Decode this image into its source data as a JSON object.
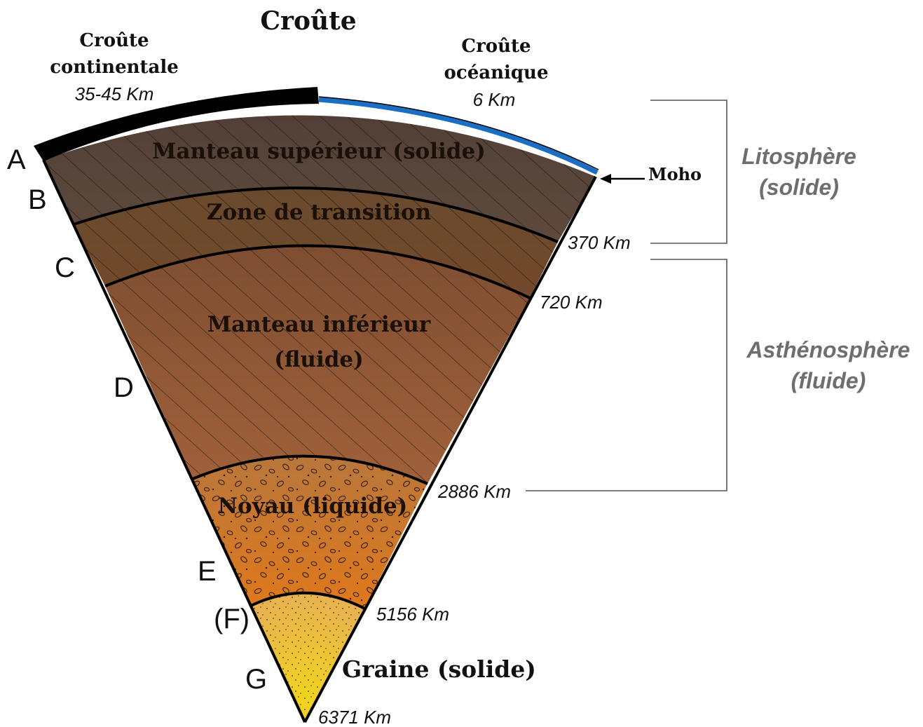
{
  "title": "Croûte",
  "crust": {
    "continental": {
      "label_line1": "Croûte",
      "label_line2": "continentale",
      "thickness": "35-45 Km",
      "color": "#000000"
    },
    "oceanic": {
      "label_line1": "Croûte",
      "label_line2": "océanique",
      "thickness": "6 Km",
      "color": "#1a6fc4"
    }
  },
  "moho_label": "Moho",
  "layers": [
    {
      "id": "upper-mantle",
      "label_lines": [
        "Manteau supérieur (solide)"
      ],
      "color": "#5c4a40"
    },
    {
      "id": "transition-zone",
      "label_lines": [
        "Zone de transition"
      ],
      "color": "#6e4b2c"
    },
    {
      "id": "lower-mantle",
      "label_lines": [
        "Manteau inférieur",
        "(fluide)"
      ],
      "color": "#8f5634"
    },
    {
      "id": "outer-core",
      "label_lines": [
        "Noyau (liquide)"
      ],
      "color": "#d07a2a"
    },
    {
      "id": "inner-core",
      "label_lines": [
        "Graine (solide)"
      ],
      "color": "#f0c030"
    }
  ],
  "depths": [
    "370 Km",
    "720 Km",
    "2886 Km",
    "5156 Km",
    "6371 Km"
  ],
  "letters": [
    "A",
    "B",
    "C",
    "D",
    "E",
    "(F)",
    "G"
  ],
  "side_labels": {
    "lithosphere": [
      "Litosphère",
      "(solide)"
    ],
    "asthenosphere": [
      "Asthénosphère",
      "(fluide)"
    ]
  }
}
